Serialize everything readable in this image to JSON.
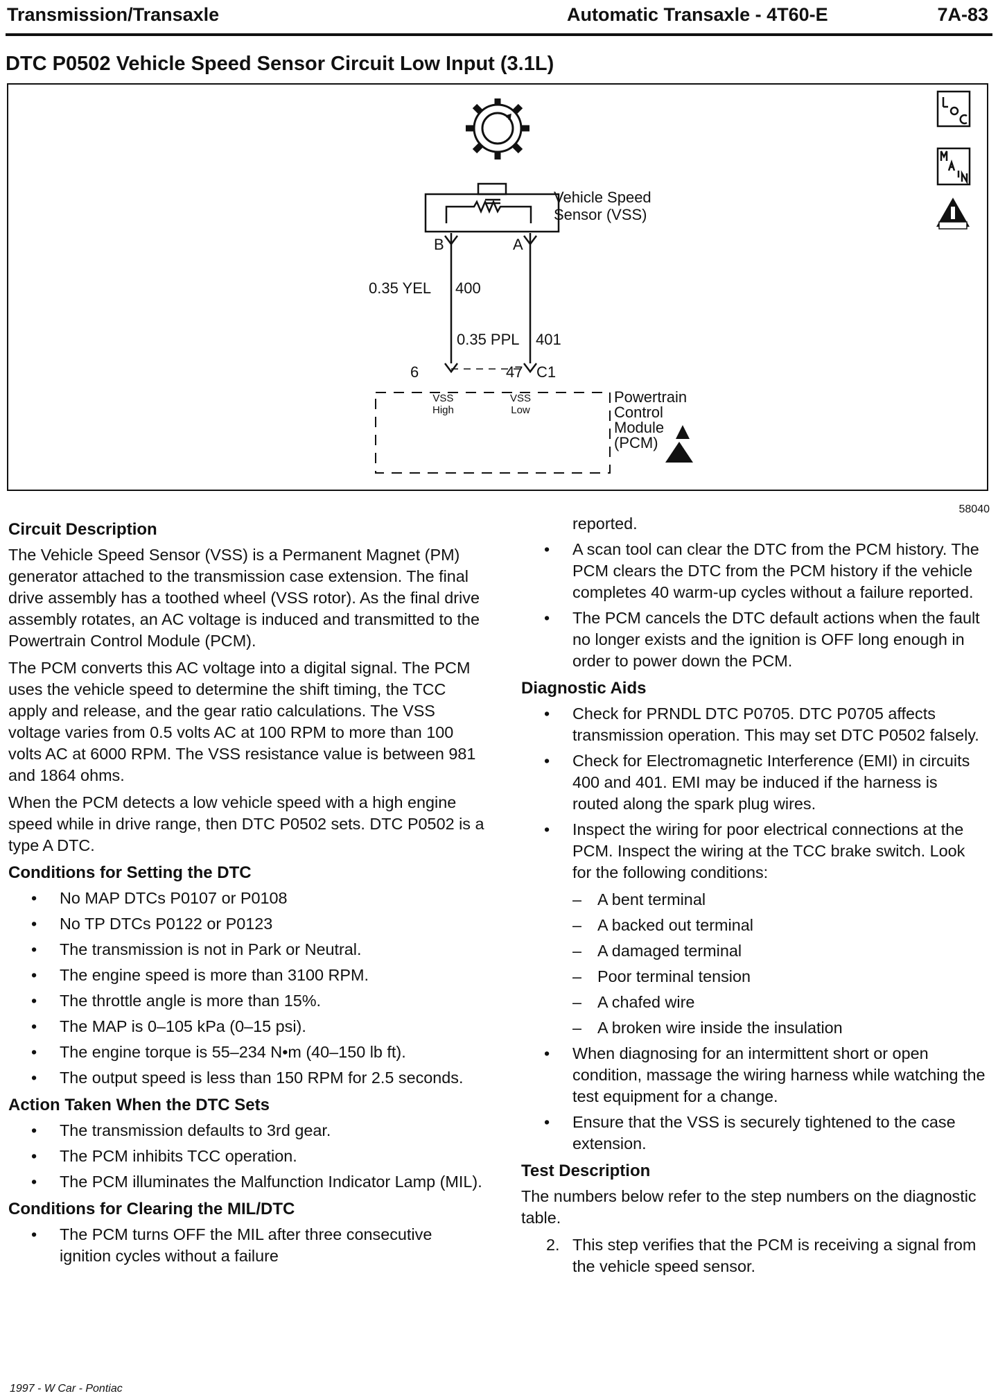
{
  "header": {
    "left": "Transmission/Transaxle",
    "middle": "Automatic Transaxle - 4T60-E",
    "page": "7A-83"
  },
  "title": "DTC P0502 Vehicle Speed Sensor Circuit Low Input (3.1L)",
  "diagram": {
    "vss_label": "Vehicle Speed\nSensor (VSS)",
    "terminal_b": "B",
    "terminal_a": "A",
    "wire1_color": "0.35 YEL",
    "wire1_circuit": "400",
    "wire2_color": "0.35 PPL",
    "wire2_circuit": "401",
    "pin_high": "6",
    "pin_low": "47",
    "connector": "C1",
    "vss_high_label": "VSS\nHigh",
    "vss_low_label": "VSS\nLow",
    "pcm_label": "Powertrain\nControl\nModule\n(PCM)",
    "icon_loc": "LOC",
    "icon_main": "MAIN",
    "icon_obd": "OBD II",
    "figure_number": "58040"
  },
  "left_column": {
    "circuit_description": {
      "heading": "Circuit Description",
      "paragraphs": [
        "The Vehicle Speed Sensor (VSS) is a Permanent Magnet (PM) generator attached to the transmission case extension. The final drive assembly has a toothed wheel (VSS rotor). As the final drive assembly rotates, an AC voltage is induced and transmitted to the Powertrain Control Module (PCM).",
        "The PCM converts this AC voltage into a digital signal. The PCM uses the vehicle speed to determine the shift timing, the TCC apply and release, and the gear ratio calculations. The VSS voltage varies from 0.5 volts AC at 100 RPM to more than 100 volts AC at 6000 RPM. The VSS resistance value is between 981 and 1864 ohms.",
        "When the PCM detects a low vehicle speed with a high engine speed while in drive range, then DTC P0502 sets. DTC P0502 is a type A DTC."
      ]
    },
    "conditions_setting": {
      "heading": "Conditions for Setting the DTC",
      "items": [
        "No MAP DTCs P0107 or P0108",
        "No TP DTCs P0122 or P0123",
        "The transmission is not in Park or Neutral.",
        "The engine speed is more than 3100 RPM.",
        "The throttle angle is more than 15%.",
        "The MAP is 0–105 kPa (0–15 psi).",
        "The engine torque is 55–234 N•m (40–150 lb ft).",
        "The output speed is less than 150 RPM for 2.5 seconds."
      ]
    },
    "action_taken": {
      "heading": "Action Taken When the DTC Sets",
      "items": [
        "The transmission defaults to 3rd gear.",
        "The PCM inhibits TCC operation.",
        "The PCM illuminates the Malfunction Indicator Lamp (MIL)."
      ]
    },
    "conditions_clearing": {
      "heading": "Conditions for Clearing the MIL/DTC",
      "items": [
        "The PCM turns OFF the MIL after three consecutive ignition cycles without a failure"
      ]
    }
  },
  "right_column": {
    "continuation": "reported.",
    "clearing_items": [
      "A scan tool can clear the DTC from the PCM history. The PCM clears the DTC from the PCM history if the vehicle completes 40 warm-up cycles without a failure reported.",
      "The PCM cancels the DTC default actions when the fault no longer exists and the ignition is OFF long enough in order to power down the PCM."
    ],
    "diagnostic_aids": {
      "heading": "Diagnostic Aids",
      "items": [
        "Check for PRNDL DTC P0705. DTC P0705 affects transmission operation. This may set DTC P0502 falsely.",
        "Check for Electromagnetic Interference (EMI) in circuits 400 and 401. EMI may be induced if the harness is routed along the spark plug wires.",
        "Inspect the wiring for poor electrical connections at the PCM. Inspect the wiring at the TCC brake switch. Look for the following conditions:"
      ],
      "sub_items": [
        "A bent terminal",
        "A backed out terminal",
        "A damaged terminal",
        "Poor terminal tension",
        "A chafed wire",
        "A broken wire inside the insulation"
      ],
      "items_after": [
        "When diagnosing for an intermittent short or open condition, massage the wiring harness while watching the test equipment for a change.",
        "Ensure that the VSS is securely tightened to the case extension."
      ]
    },
    "test_description": {
      "heading": "Test Description",
      "intro": "The numbers below refer to the step numbers on the diagnostic table.",
      "steps": [
        {
          "num": "2.",
          "text": "This step verifies that the PCM is receiving a signal from the vehicle speed sensor."
        }
      ]
    }
  },
  "footer": "1997 - W Car - Pontiac"
}
